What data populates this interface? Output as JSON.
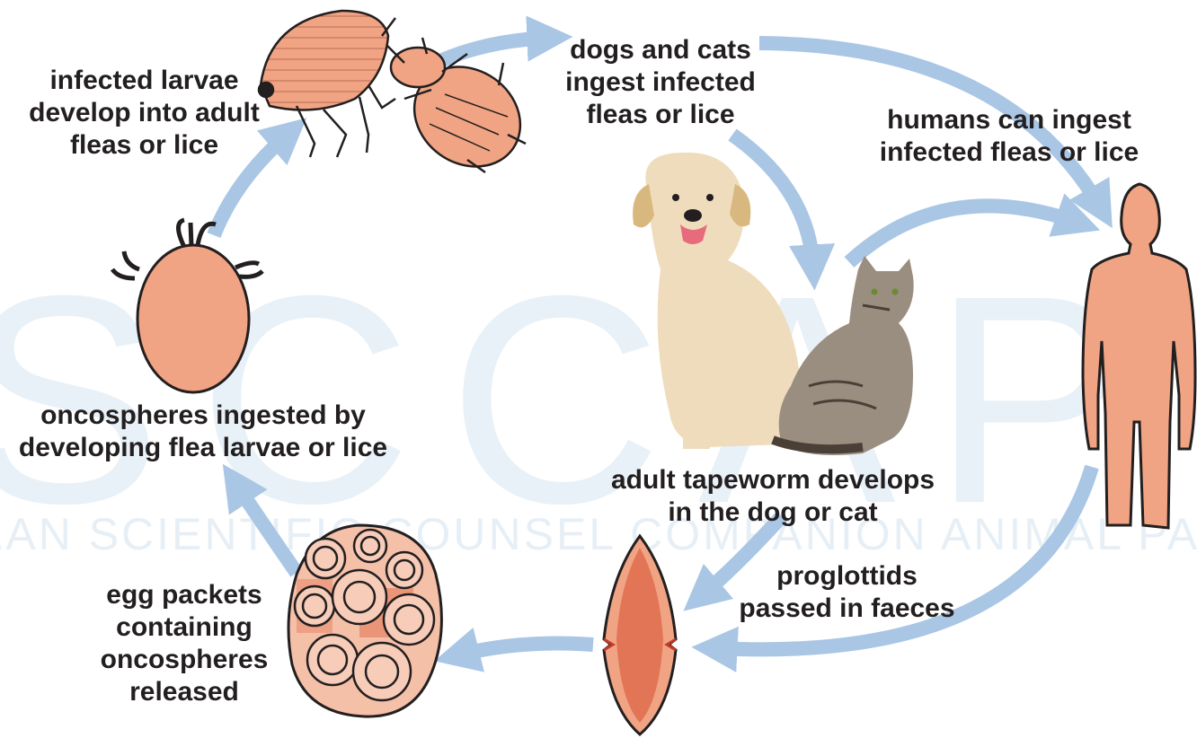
{
  "watermark": {
    "big_text": "SCCAP",
    "small_text": "EAN SCIENTIFIC COUNSEL COMPANION ANIMAL PARA"
  },
  "labels": {
    "larvae_adults": [
      "infected larvae",
      "develop into adult",
      "fleas or lice"
    ],
    "dogs_cats_ingest": [
      "dogs and cats",
      "ingest infected",
      "fleas or lice"
    ],
    "humans_ingest": [
      "humans can ingest",
      "infected fleas or lice"
    ],
    "oncospheres_ingested": [
      "oncospheres ingested by",
      "developing flea larvae or lice"
    ],
    "adult_tapeworm": [
      "adult tapeworm develops",
      "in the dog or cat"
    ],
    "proglottids": [
      "proglottids",
      "passed in faeces"
    ],
    "egg_packets": [
      "egg packets",
      "containing",
      "oncospheres",
      "released"
    ]
  },
  "icons": [
    "flea-icon",
    "louse-icon",
    "dog-icon",
    "cat-icon",
    "human-silhouette-icon",
    "flea-larva-icon",
    "proglottid-icon",
    "egg-packet-icon"
  ],
  "colors": {
    "arrow": "#a9c6e5",
    "organism_fill": "#f0a483",
    "organism_dark": "#e27556",
    "outline": "#231f20",
    "text": "#231f20",
    "watermark": "#e8f1f7"
  }
}
